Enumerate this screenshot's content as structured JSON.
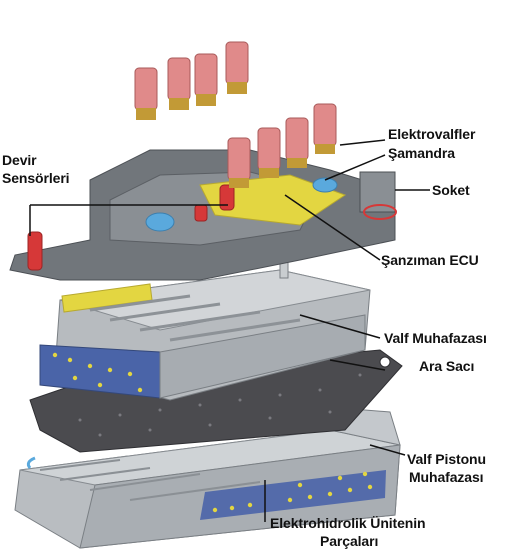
{
  "labels": {
    "elektrovalfler": "Elektrovalfler",
    "samandra": "Şamandra",
    "soket": "Soket",
    "devir_line1": "Devir",
    "devir_line2": "Sensörleri",
    "sanziman_ecu": "Şanzıman ECU",
    "valf_muhafazasi": "Valf Muhafazası",
    "ara_saci": "Ara Sacı",
    "valf_pistonu_line1": "Valf Pistonu",
    "valf_pistonu_line2": "Muhafazası",
    "elektrohidrolik_line1": "Elektrohidrolik Ünitenin",
    "elektrohidrolik_line2": "Parçaları"
  },
  "colors": {
    "metal": "#9da2a6",
    "metal_light": "#c9cdd0",
    "frame": "#6d7278",
    "plate": "#4b4b4f",
    "yellow": "#e3d641",
    "blue_side": "#4a64a8",
    "red": "#d63838",
    "coil": "#e08a8a",
    "coil_band": "#c29a36",
    "cyan": "#5aa9dd"
  }
}
